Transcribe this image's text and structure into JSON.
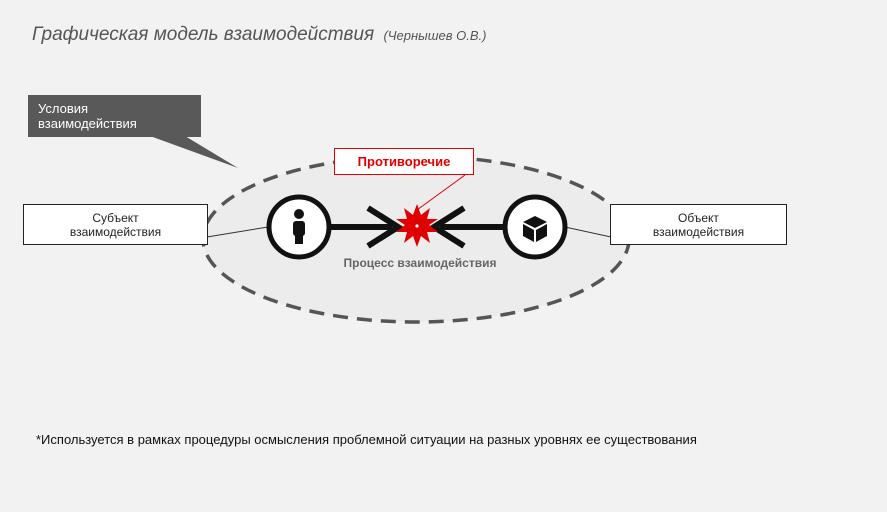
{
  "title": {
    "main": "Графическая модель взаимодействия",
    "author": "(Чернышев О.В.)"
  },
  "diagram": {
    "conditions_label": "Условия\nвзаимодействия",
    "subject_label": "Субъект\nвзаимодействия",
    "object_label": "Объект\nвзаимодействия",
    "contradiction_label": "Противоречие",
    "process_label": "Процесс взаимодействия",
    "subject_icon": "person-icon",
    "object_icon": "cube-icon",
    "contradiction_icon": "burst-icon",
    "accent_color": "#e00000"
  },
  "footnote": "*Используется в рамках процедуры осмысления проблемной ситуации на разных уровнях ее существования"
}
